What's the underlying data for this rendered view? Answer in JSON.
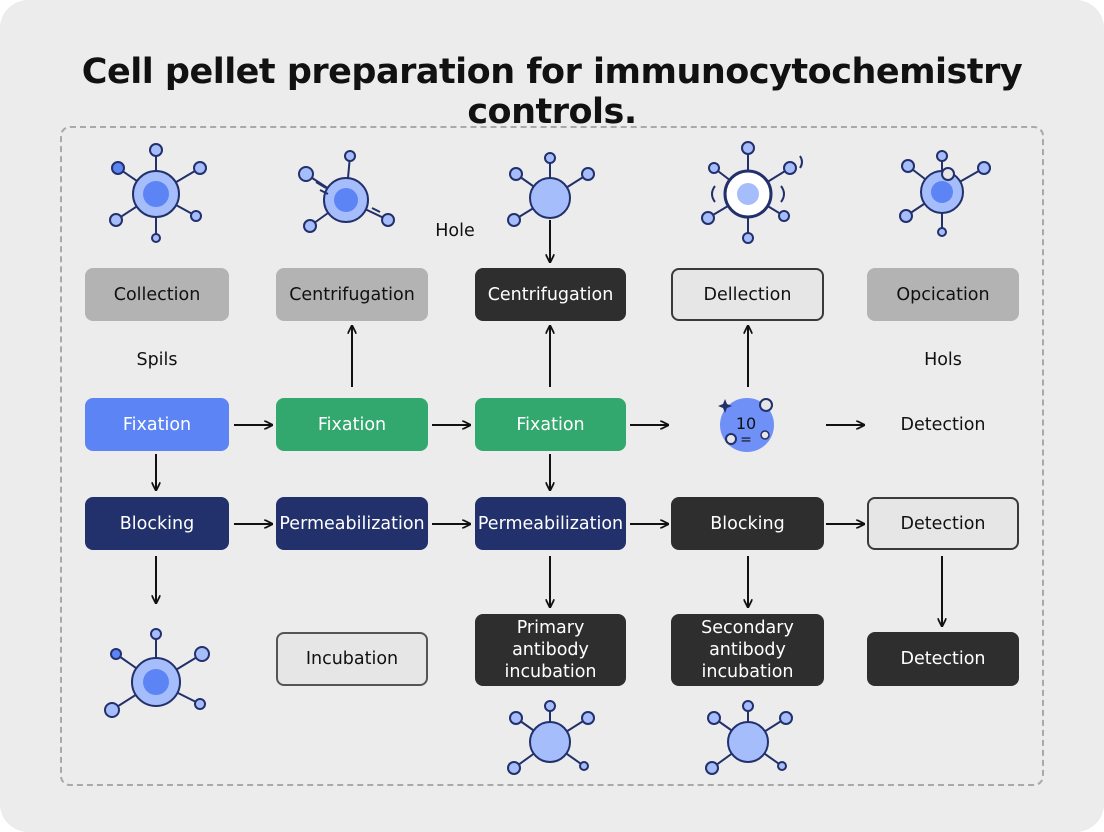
{
  "title": "Cell pellet preparation for immunocytochemistry controls.",
  "boxes": {
    "collection": "Collection",
    "centrifugation_1": "Centrifugation",
    "centrifugation_2": "Centrifugation",
    "dellection": "Dellection",
    "opcication": "Opcication",
    "fixation_1": "Fixation",
    "fixation_2": "Fixation",
    "fixation_3": "Fixation",
    "blocking_1": "Blocking",
    "permeabilization_1": "Permeabilization",
    "permeabilization_2": "Permeabilization",
    "blocking_2": "Blocking",
    "detection_1": "Detection",
    "incubation": "Incubation",
    "primary": "Primary antibody incubation",
    "secondary": "Secondary antibody incubation",
    "detection_2": "Detection"
  },
  "labels": {
    "hole": "Hole",
    "spils": "Spils",
    "hols": "Hols",
    "detection_free": "Detection",
    "count_top": "10",
    "count_bottom": "="
  },
  "colors": {
    "background": "#ececec",
    "blue": "#5d84f5",
    "green": "#32a86e",
    "navy": "#22306b",
    "dark": "#2e2e2e",
    "light_gray": "#b3b3b3",
    "cell_fill": "#a6bdfb",
    "nucleus": "#5d84f5"
  }
}
